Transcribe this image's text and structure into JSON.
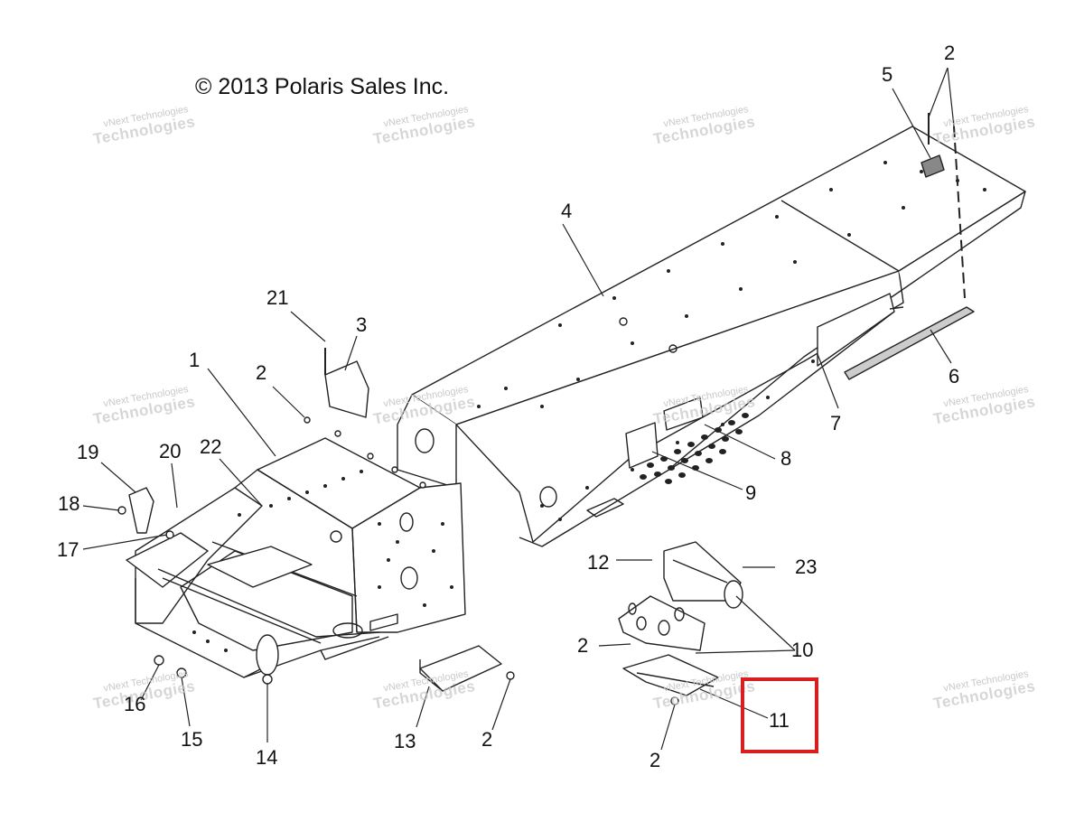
{
  "copyright": "© 2013 Polaris Sales Inc.",
  "watermark": {
    "line1": "vNext Technologies",
    "line2": "Technologies"
  },
  "highlight_color": "#d81e1e",
  "callouts": {
    "c1": "1",
    "c2a": "2",
    "c2b": "2",
    "c2c": "2",
    "c2d": "2",
    "c2e": "2",
    "c3": "3",
    "c4": "4",
    "c5": "5",
    "c6": "6",
    "c7": "7",
    "c8": "8",
    "c9": "9",
    "c10": "10",
    "c11": "11",
    "c12": "12",
    "c13": "13",
    "c14": "14",
    "c15": "15",
    "c16": "16",
    "c17": "17",
    "c18": "18",
    "c19": "19",
    "c20": "20",
    "c21": "21",
    "c22": "22",
    "c23": "23"
  }
}
